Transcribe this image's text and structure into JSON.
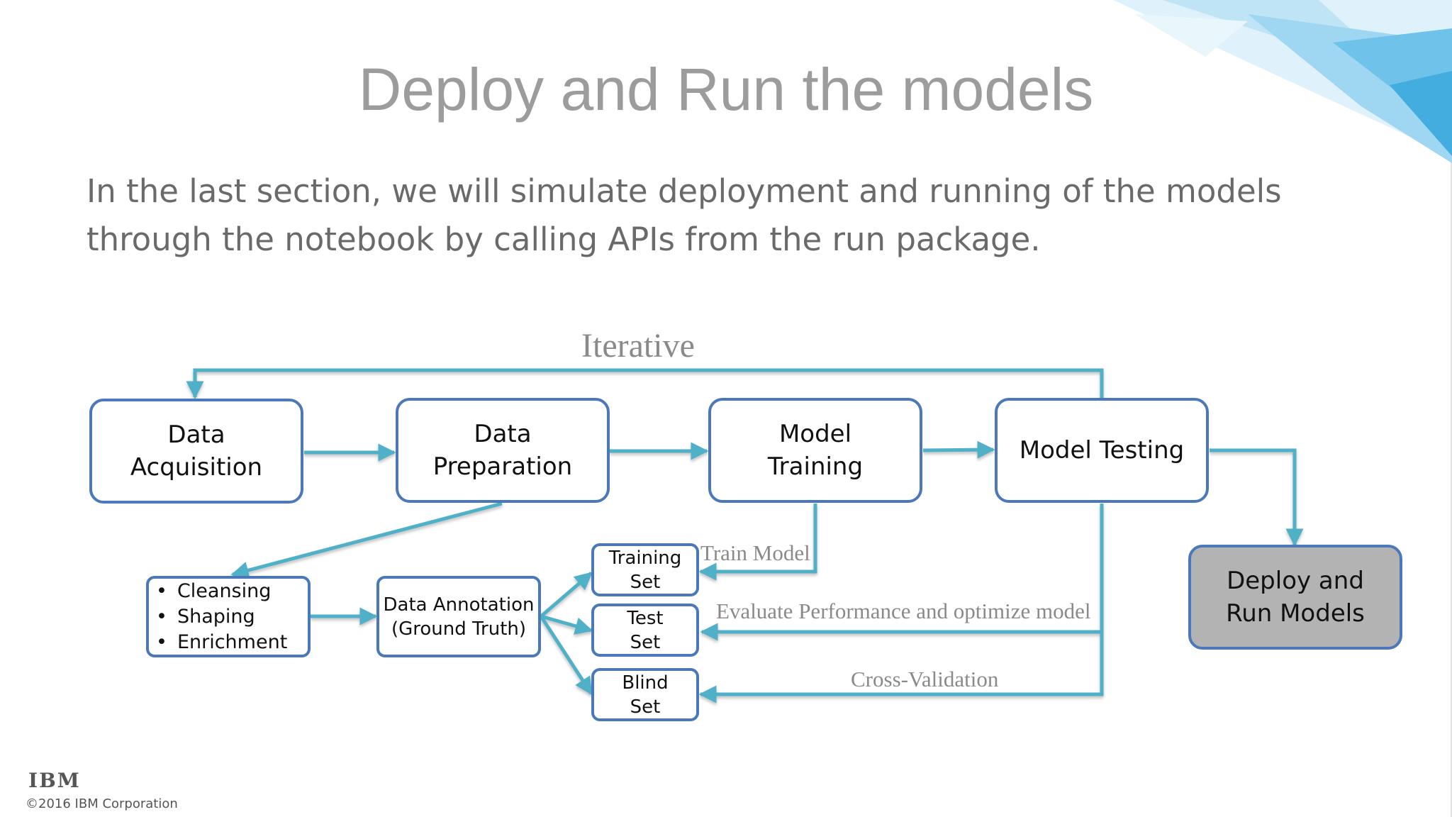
{
  "slide": {
    "title": "Deploy and Run the models",
    "body_lines": [
      "In the last section, we will simulate deployment and running of the models",
      "through the notebook by calling APIs from the run package."
    ]
  },
  "diagram": {
    "loop_label": "Iterative",
    "stages": {
      "acquisition": [
        "Data",
        "Acquisition"
      ],
      "preparation": [
        "Data",
        "Preparation"
      ],
      "training": [
        "Model",
        "Training"
      ],
      "testing": [
        "Model Testing"
      ],
      "deploy": [
        "Deploy and",
        "Run Models"
      ]
    },
    "prep_steps": [
      "Cleansing",
      "Shaping",
      "Enrichment"
    ],
    "annotation": [
      "Data Annotation",
      "(Ground Truth)"
    ],
    "sets": {
      "training": [
        "Training",
        "Set"
      ],
      "test": [
        "Test",
        "Set"
      ],
      "blind": [
        "Blind",
        "Set"
      ]
    },
    "edge_labels": {
      "train_model": "Train Model",
      "evaluate": "Evaluate Performance and optimize model",
      "cross_validation": "Cross-Validation"
    },
    "colors": {
      "arrow": "#4fb0c8",
      "box_border": "#4a78b8",
      "deploy_fill": "#b3b3b3"
    }
  },
  "footer": {
    "logo": "IBM",
    "copyright": "©2016 IBM Corporation"
  }
}
